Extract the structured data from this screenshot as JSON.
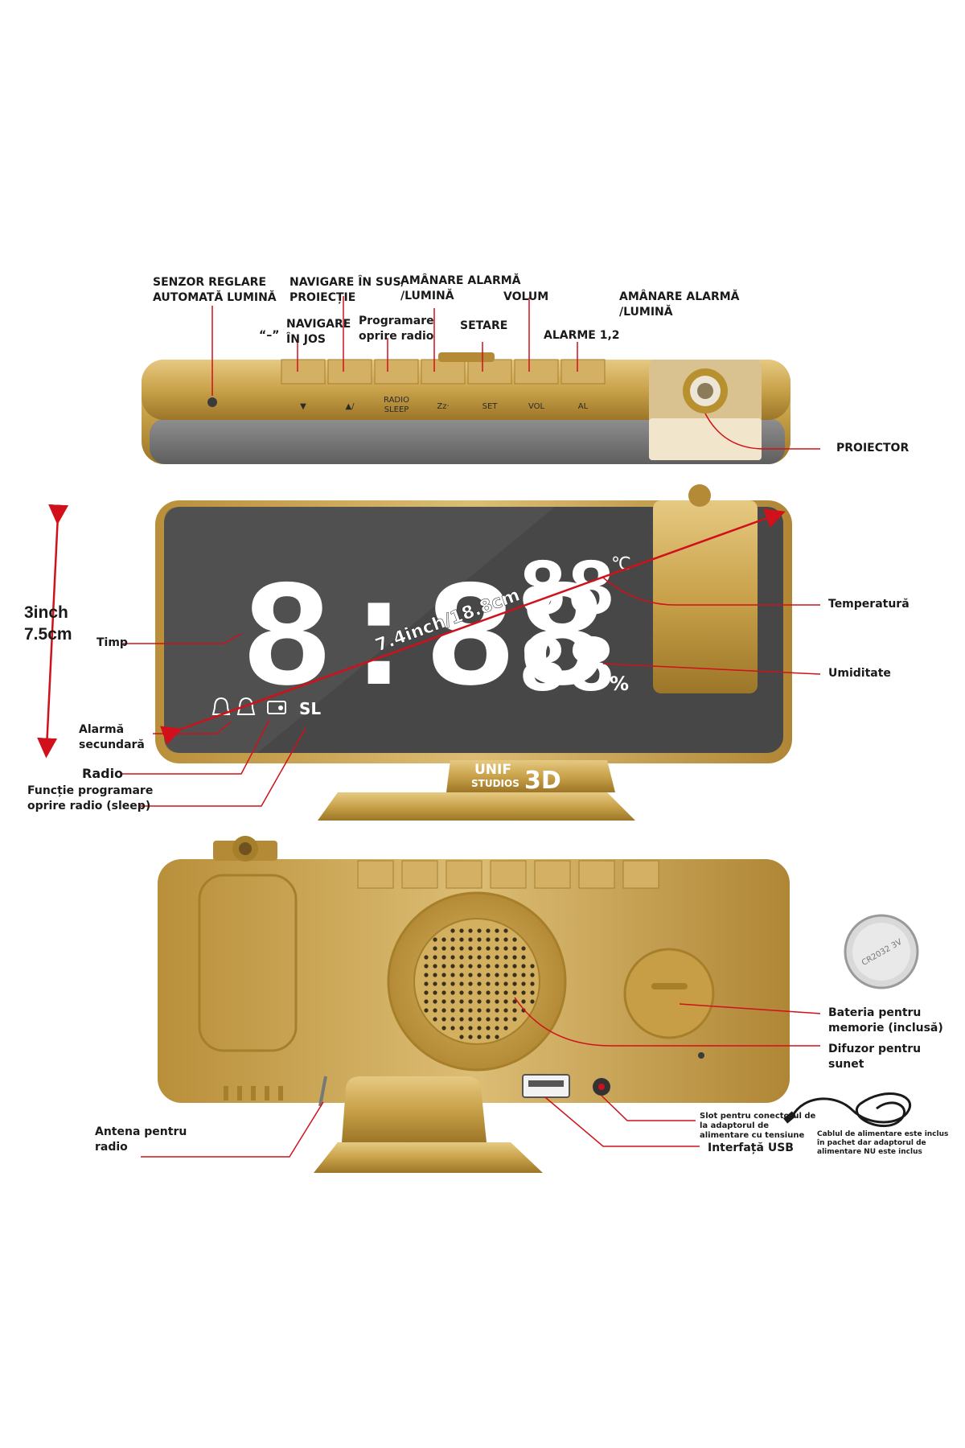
{
  "labels": {
    "light_sensor": "SENZOR REGLARE\nAUTOMATĂ LUMINĂ",
    "nav_up": "NAVIGARE ÎN SUS/\nPROIECȚIE",
    "snooze_top": "AMÂNARE ALARMĂ\n/LUMINĂ",
    "volume": "VOLUM",
    "snooze_right": "AMÂNARE ALARMĂ\n/LUMINĂ",
    "minus": "“–”",
    "nav_down": "NAVIGARE\nÎN JOS",
    "radio_sleep": "Programare\noprire radio",
    "set": "SETARE",
    "alarms": "ALARME 1,2",
    "projector": "PROIECTOR",
    "height_dim": "3inch\n7.5cm",
    "diagonal_dim": "7.4inch/18.8cm",
    "time": "Timp",
    "temperature": "Temperatură",
    "humidity": "Umiditate",
    "secondary_alarm": "Alarmă\nsecundară",
    "radio": "Radio",
    "sleep_function": "Funcție programare\noprire radio (sleep)",
    "battery": "Bateria pentru\nmemorie (inclusă)",
    "speaker": "Difuzor pentru\nsunet",
    "antenna": "Antena pentru\nradio",
    "power_slot": "Slot pentru conectorul de\nla adaptorul de\nalimentare cu tensiune",
    "usb": "Interfață USB",
    "cable_note": "Cablul de alimentare  este inclus\nîn pachet dar adaptorul de\nalimentare NU este inclus"
  },
  "buttons": {
    "down": "▼",
    "up": "▲/",
    "radio": "RADIO",
    "sleep": "SLEEP",
    "snooze": "Zz·",
    "set": "SET",
    "vol": "VOL",
    "al": "AL"
  },
  "display": {
    "time": "8:88",
    "temp": "88",
    "temp_unit": "℃",
    "humidity": "88",
    "humidity_unit": "%",
    "sleep": "SL"
  },
  "brand": {
    "line1": "UNIF",
    "line2": "STUDIOS",
    "mark": "3D"
  },
  "battery_text": "CR2032 3V",
  "colors": {
    "gold": "#c9a24a",
    "gold_dark": "#a67f2b",
    "gold_light": "#e2c27a",
    "screen": "#474747",
    "annotation": "#d0101a"
  },
  "icons": {
    "light_sensor": "sensor-dot-icon",
    "projector_lens": "lens-icon",
    "alarm_bell": "bell-icon",
    "radio": "radio-icon",
    "speaker": "speaker-grille-icon",
    "usb": "usb-port-icon",
    "dc_jack": "dc-jack-icon",
    "cable": "power-cable-icon"
  }
}
